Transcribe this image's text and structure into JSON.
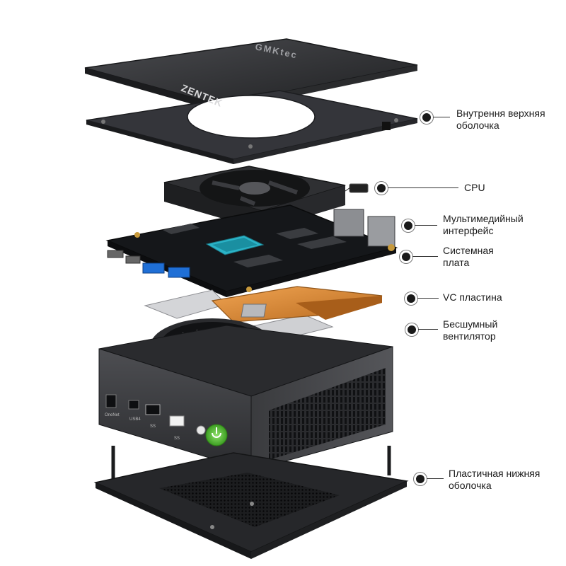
{
  "product": {
    "brand_logo": "GMKtec",
    "lid_marking": "ZENTEK"
  },
  "ports": {
    "port_1": "OneNet",
    "port_2": "USB4",
    "port_3": "SS",
    "port_4": "SS"
  },
  "callouts": [
    {
      "id": "top-shell",
      "text": "Внутрення верхняя\nоболочка"
    },
    {
      "id": "cpu",
      "text": "CPU"
    },
    {
      "id": "multimedia",
      "text": "Мультимедийный\nинтерфейс"
    },
    {
      "id": "mainboard",
      "text": "Системная\nплата"
    },
    {
      "id": "vc-plate",
      "text": "VC  пластина"
    },
    {
      "id": "fan",
      "text": "Бесшумный\nвентилятор"
    },
    {
      "id": "bottom-shell",
      "text": "Пластичная нижняя\nоболочка"
    }
  ],
  "colors": {
    "shell_dark": "#2b2c2e",
    "shell_edge": "#4a4b4e",
    "board_black": "#15171a",
    "copper": "#d9892f",
    "usb_blue": "#1f6fd6",
    "power_green": "#5ac43a",
    "cpu_teal": "#2bb3c7"
  }
}
